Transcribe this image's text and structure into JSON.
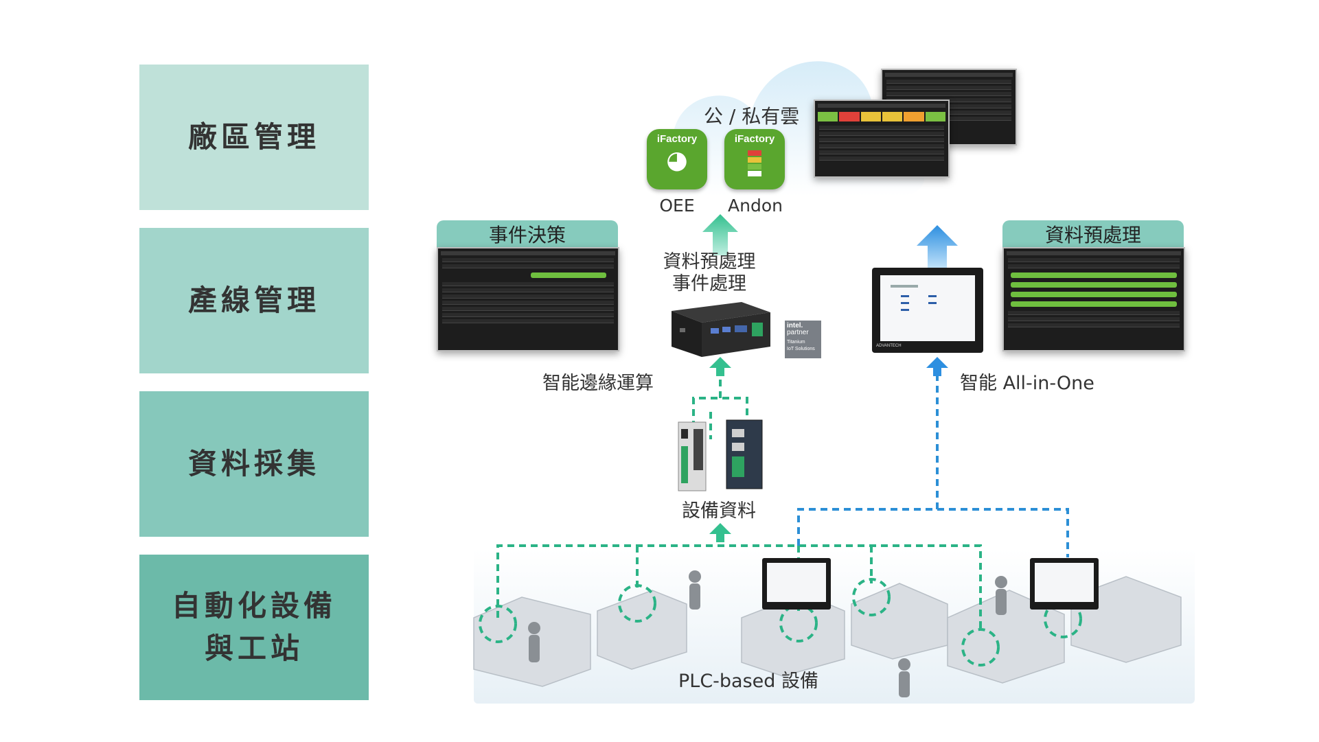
{
  "layers": [
    "廠區管理",
    "產線管理",
    "資料採集",
    "自動化設備\n與工站"
  ],
  "layer_colors": [
    "#bfe1d9",
    "#a2d5cb",
    "#86c8bb",
    "#6cbaa9"
  ],
  "cloud": {
    "label": "公 / 私有雲"
  },
  "apps": [
    {
      "brand": "iFactory",
      "name": "OEE",
      "icon": "gauge-icon"
    },
    {
      "brand": "iFactory",
      "name": "Andon",
      "icon": "traffic-light-icon"
    }
  ],
  "edge": {
    "process_label_line1": "資料預處理",
    "process_label_line2": "事件處理",
    "device_label": "智能邊緣運算",
    "badge": {
      "line1": "intel.",
      "line2": "partner",
      "line3": "Titanium",
      "line4": "IoT Solutions"
    }
  },
  "panels": {
    "left_title": "事件決策",
    "right_title": "資料預處理"
  },
  "aio": {
    "label": "智能 All-in-One",
    "brand": "ADVANTECH"
  },
  "gateway": {
    "label": "設備資料"
  },
  "plant": {
    "label": "PLC-based 設備"
  },
  "colors": {
    "green_flow": "#2bb386",
    "blue_flow": "#2c8fd6",
    "arrow_green": "#45c49a",
    "arrow_blue": "#3aa0e6"
  }
}
